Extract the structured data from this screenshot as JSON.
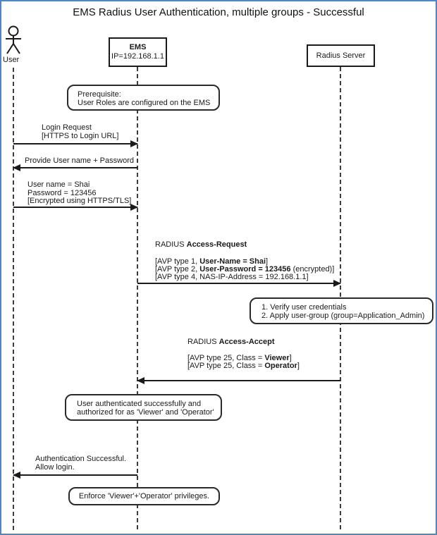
{
  "title": "EMS Radius User Authentication, multiple groups - Successful",
  "participants": {
    "user": {
      "label": "User"
    },
    "ems": {
      "title": "EMS",
      "subtitle": "IP=192.168.1.1"
    },
    "radius": {
      "label": "Radius Server"
    }
  },
  "notes": {
    "prerequisite": {
      "line1": "Prerequisite:",
      "line2": "User Roles are configured on the EMS"
    },
    "verify": {
      "line1": "1. Verify user credentials",
      "line2": "2. Apply user-group (group=Application_Admin)"
    },
    "authenticated": {
      "line1": "User authenticated successfully and",
      "line2": "authorized for as 'Viewer' and 'Operator'"
    },
    "enforce": {
      "line1": "Enforce 'Viewer'+'Operator' privileges."
    }
  },
  "messages": {
    "login": {
      "line1": "Login Request",
      "line2": "[HTTPS to Login URL]"
    },
    "provide": {
      "line1": "Provide User name + Password"
    },
    "credentials": {
      "line1": "User name = Shai",
      "line2": "Password = 123456",
      "line3": "[Encrypted using HTTPS/TLS]"
    },
    "access_request": {
      "prefix": "RADIUS ",
      "keyword": "Access-Request",
      "avp1_pre": "[AVP type 1, ",
      "avp1_bold": "User-Name = Shai",
      "avp1_post": "]",
      "avp2_pre": "[AVP type 2, ",
      "avp2_bold": "User-Password = 123456",
      "avp2_post": " (encrypted)]",
      "avp3": "[AVP type 4, NAS-IP-Address = 192.168.1.1]"
    },
    "access_accept": {
      "prefix": "RADIUS ",
      "keyword": "Access-Accept",
      "avp1_pre": "[AVP type 25, Class = ",
      "avp1_bold": "Viewer",
      "avp1_post": "]",
      "avp2_pre": "[AVP type 25, Class = ",
      "avp2_bold": "Operator",
      "avp2_post": "]"
    },
    "auth_success": {
      "line1": "Authentication Successful.",
      "line2": "Allow login."
    }
  },
  "colors": {
    "frame_border": "#5585c0",
    "line": "#1a1a1a"
  }
}
